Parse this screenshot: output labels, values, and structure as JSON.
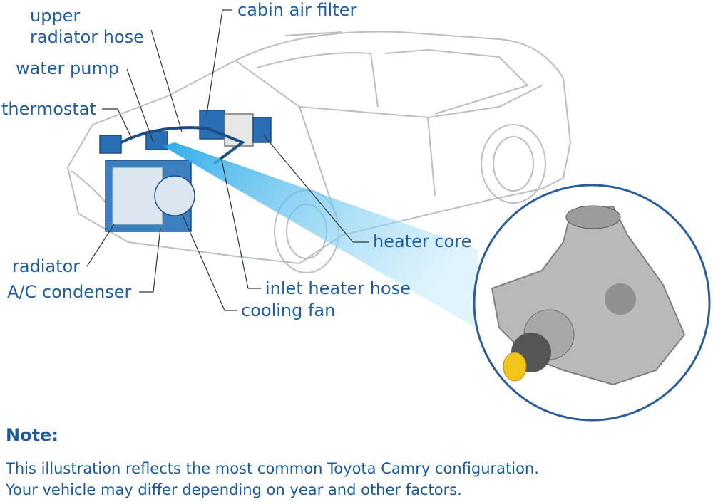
{
  "labels": {
    "upper_radiator_hose_line1": "upper",
    "upper_radiator_hose_line2": "radiator hose",
    "water_pump": "water pump",
    "thermostat": "thermostat",
    "cabin_air_filter": "cabin air filter",
    "heater_core": "heater core",
    "radiator": "radiator",
    "ac_condenser": "A/C condenser",
    "inlet_heater_hose": "inlet heater hose",
    "cooling_fan": "cooling fan"
  },
  "note": {
    "title": "Note:",
    "line1": "This illustration reflects the most common Toyota Camry configuration.",
    "line2": "Your vehicle may differ depending on year and other factors."
  },
  "colors": {
    "label": "#1f5d9c",
    "component": "#2a6fb5",
    "beam": "#5fc3ee",
    "circle": "#2a5d9a"
  }
}
